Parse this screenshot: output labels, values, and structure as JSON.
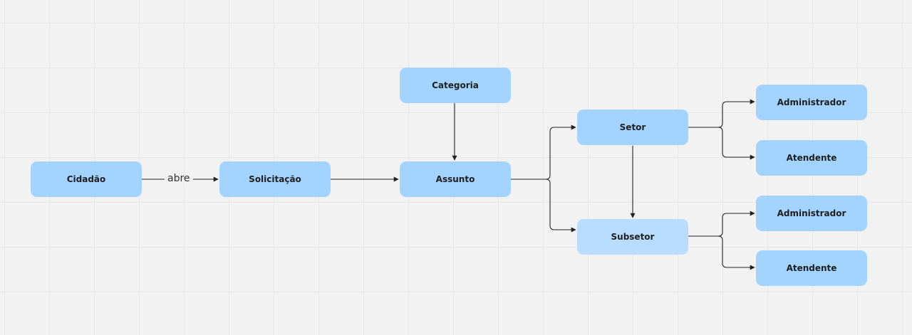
{
  "colors": {
    "node_fill": "#a3d3ff",
    "node_fill_light": "#b8ddff",
    "connector": "#222222",
    "canvas": "#f2f2f2"
  },
  "nodes": {
    "cidadao": "Cidadão",
    "solicitacao": "Solicitação",
    "categoria": "Categoria",
    "assunto": "Assunto",
    "setor": "Setor",
    "subsetor": "Subsetor",
    "administrador_setor": "Administrador",
    "atendente_setor": "Atendente",
    "administrador_subsetor": "Administrador",
    "atendente_subsetor": "Atendente"
  },
  "edges": {
    "cidadao_solicitacao_label": "abre"
  }
}
